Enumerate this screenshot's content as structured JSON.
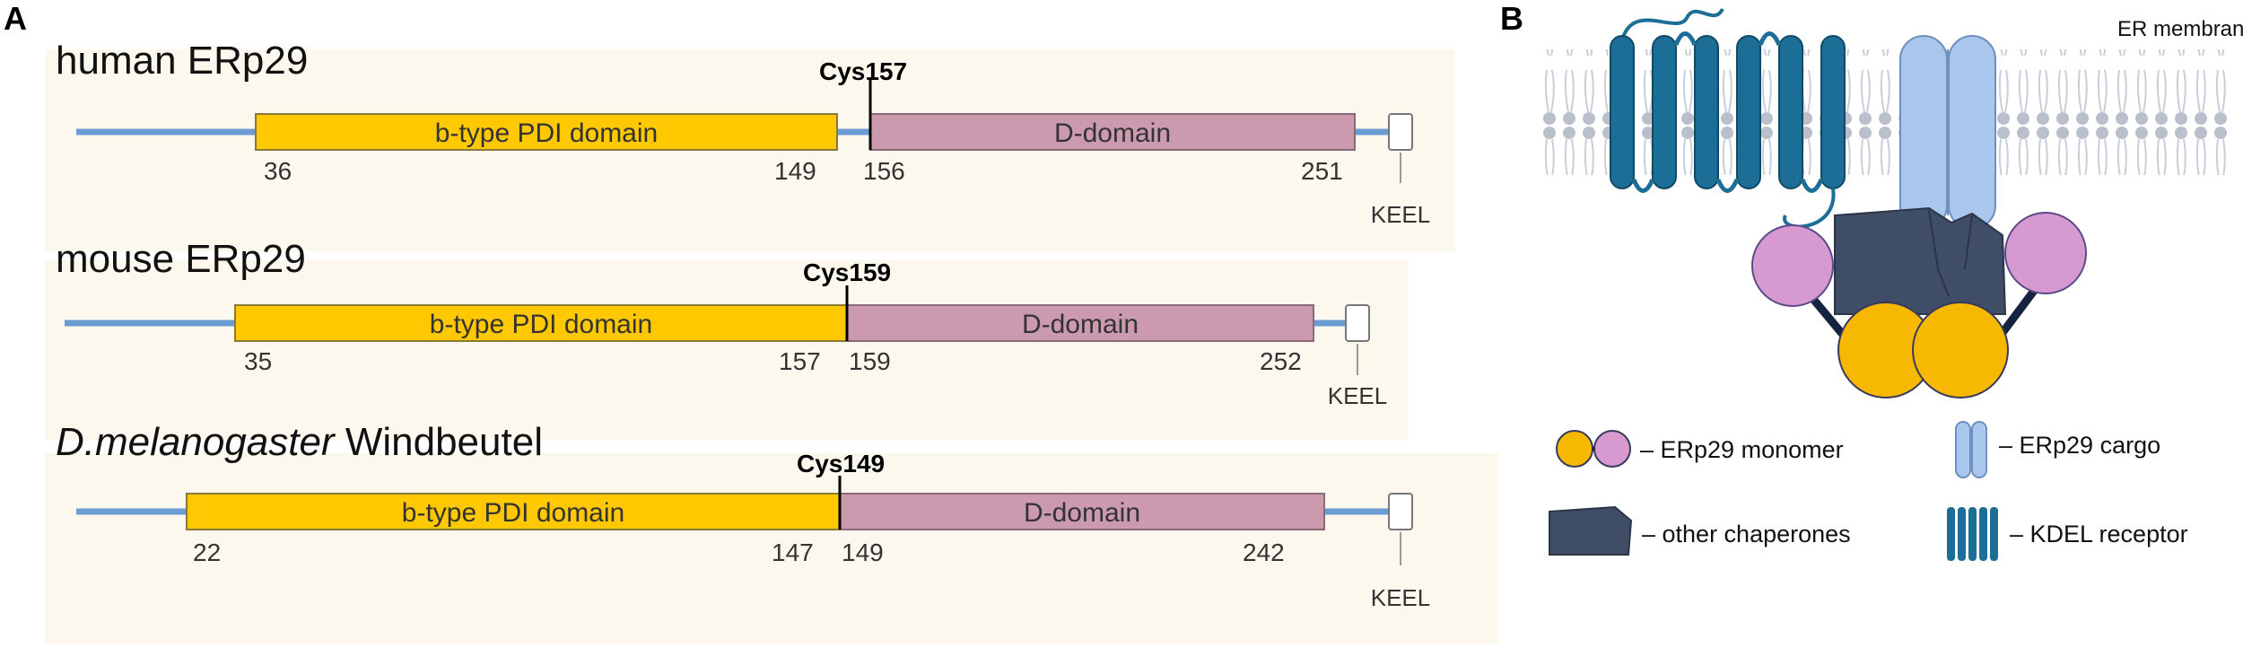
{
  "panels": {
    "a_letter": "A",
    "b_letter": "B"
  },
  "proteins": [
    {
      "id": "human",
      "title": "human ERp29",
      "cys_label": "Cys157",
      "domain1_label": "b-type PDI domain",
      "domain2_label": "D-domain",
      "n1": "36",
      "n2": "149",
      "n3": "156",
      "n4": "251",
      "keel": "KEEL"
    },
    {
      "id": "mouse",
      "title": "mouse ERp29",
      "cys_label": "Cys159",
      "domain1_label": "b-type PDI domain",
      "domain2_label": "D-domain",
      "n1": "35",
      "n2": "157",
      "n3": "159",
      "n4": "252",
      "keel": "KEEL"
    },
    {
      "id": "fly",
      "title_italic": "D.melanogaster",
      "title_rest": " Windbeutel",
      "cys_label": "Cys149",
      "domain1_label": "b-type PDI domain",
      "domain2_label": "D-domain",
      "n1": "22",
      "n2": "147",
      "n3": "149",
      "n4": "242",
      "keel": "KEEL"
    }
  ],
  "panel_b": {
    "er_label": "ER membrane",
    "legend": {
      "monomer": "– ERp29 monomer",
      "chaperones": "– other chaperones",
      "cargo": "– ERp29 cargo",
      "kdel": "– KDEL receptor"
    }
  },
  "colors": {
    "panel_bg": "#fdf8ee",
    "linker": "#6a9bd2",
    "pdi_domain": "#ffc800",
    "d_domain": "#cc9aae",
    "kdel_receptor": "#1c6e96",
    "cargo": "#a9c6ec",
    "chaperone": "#3f4d66",
    "monomer_yellow": "#f6b800",
    "monomer_pink": "#d79ad0"
  }
}
